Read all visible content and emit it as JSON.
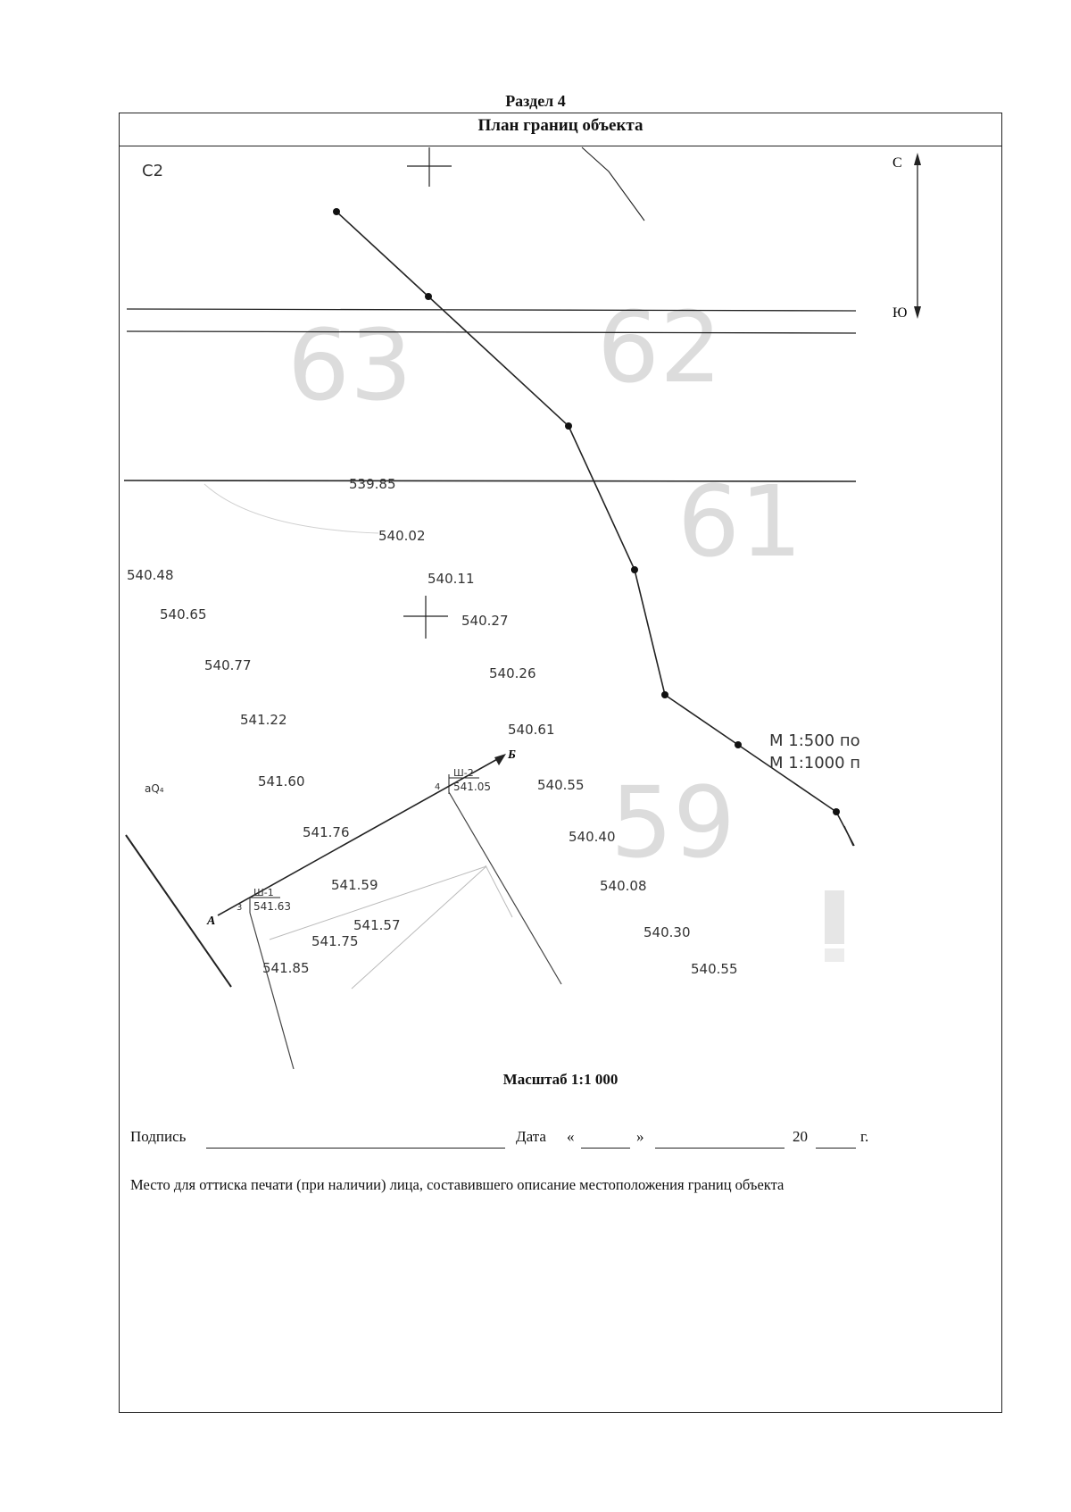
{
  "section_title": "Раздел 4",
  "plan_title": "План границ объекта",
  "map": {
    "sheet_label": "C2",
    "north_label": "С",
    "south_label": "Ю",
    "parcel_numbers": [
      "63",
      "62",
      "61",
      "59"
    ],
    "elevations": [
      "539.85",
      "540.02",
      "540.48",
      "540.11",
      "540.65",
      "540.27",
      "540.77",
      "540.26",
      "541.22",
      "540.61",
      "541.60",
      "540.55",
      "541.76",
      "540.40",
      "541.59",
      "540.08",
      "541.57",
      "541.75",
      "540.30",
      "541.85",
      "540.55"
    ],
    "scale_notes": [
      "М 1:500 по",
      "М 1:1000 п"
    ],
    "point_a": "А",
    "point_b": "Б",
    "well_1": {
      "number": "3",
      "name": "Ш-1",
      "elevation": "541.63"
    },
    "well_2": {
      "number": "4",
      "name": "Ш-2",
      "elevation": "541.05"
    },
    "soil_label": "aQ₄"
  },
  "scale_caption": "Масштаб 1:1 000",
  "signature": {
    "label": "Подпись",
    "date_label": "Дата",
    "quote_open": "«",
    "quote_close": "»",
    "year_prefix": "20",
    "year_suffix": "г."
  },
  "stamp_note": "Место для оттиска печати (при наличии) лица, составившего описание местоположения границ объекта"
}
